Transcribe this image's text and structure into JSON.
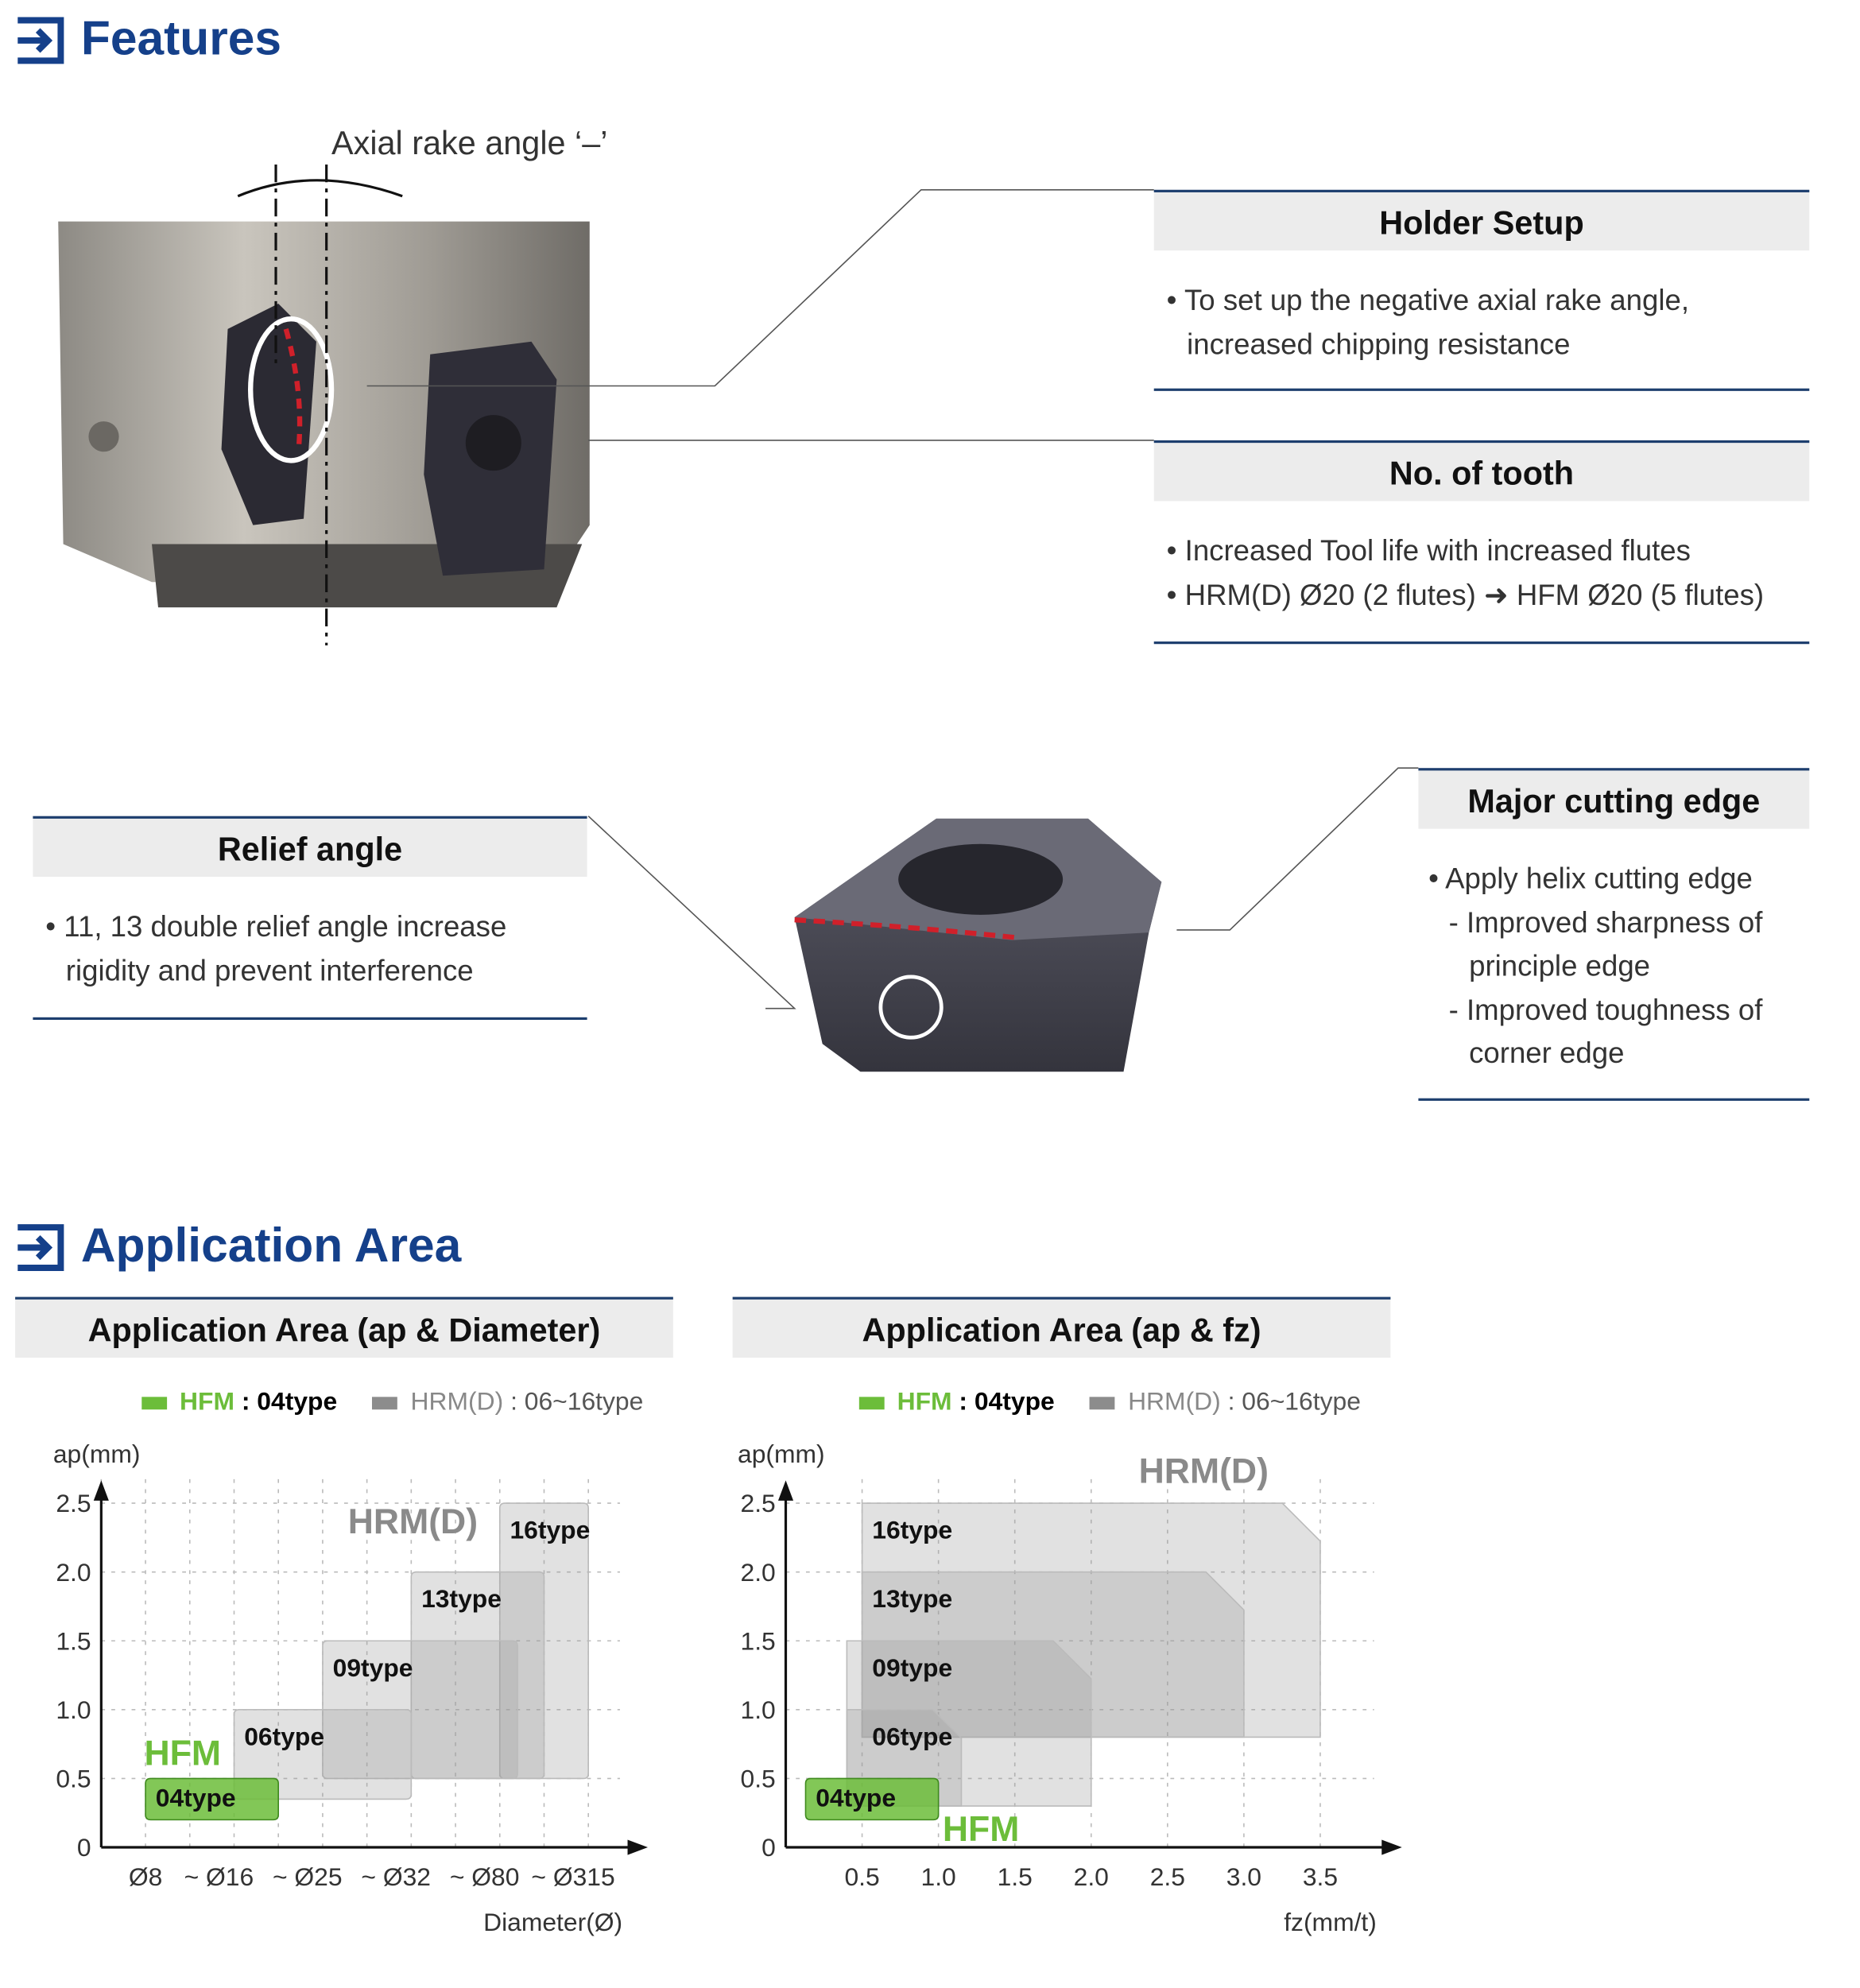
{
  "features": {
    "title": "Features",
    "axial_label": "Axial rake angle ‘–’",
    "holder_setup": {
      "title": "Holder Setup",
      "bullets": [
        "To set up the negative axial rake angle, increased chipping resistance"
      ]
    },
    "no_of_tooth": {
      "title": "No. of tooth",
      "bullets": [
        "Increased Tool life with increased flutes",
        "HRM(D) Ø20 (2 flutes) ➜ HFM Ø20 (5 flutes)"
      ]
    },
    "relief_angle": {
      "title": "Relief angle",
      "bullets": [
        "11, 13 double relief angle increase rigidity and prevent interference"
      ]
    },
    "major_cutting_edge": {
      "title": "Major cutting edge",
      "bullets": [
        "Apply helix cutting edge"
      ],
      "subs": [
        "- Improved sharpness of principle edge",
        "- Improved toughness of corner edge"
      ]
    }
  },
  "application": {
    "title": "Application Area",
    "legend": {
      "hfm": "HFM",
      "hfm_type": ": 04type",
      "hrm": "HRM(D)",
      "hrm_type": ": 06~16type"
    },
    "colors": {
      "hfm": "#6cbd3a",
      "hrm": "#8c8c8c",
      "accent": "#15408a"
    }
  },
  "chart_data": [
    {
      "type": "bar",
      "title": "Application Area (ap & Diameter)",
      "xlabel": "Diameter(Ø)",
      "ylabel": "ap(mm)",
      "x_categories": [
        "Ø8",
        "~ Ø16",
        "~ Ø25",
        "~ Ø32",
        "~ Ø80",
        "~ Ø315"
      ],
      "yticks": [
        "0",
        "0.5",
        "1.0",
        "1.5",
        "2.0",
        "2.5"
      ],
      "ylim": [
        0,
        2.5
      ],
      "group_labels": {
        "hrm": "HRM(D)",
        "hfm": "HFM"
      },
      "ranges": [
        {
          "name": "16type",
          "group": "hrm",
          "x": [
            4,
            5
          ],
          "ap": [
            0.5,
            2.5
          ]
        },
        {
          "name": "13type",
          "group": "hrm",
          "x": [
            3,
            4.5
          ],
          "ap": [
            0.5,
            2.0
          ]
        },
        {
          "name": "09type",
          "group": "hrm",
          "x": [
            2,
            4.2
          ],
          "ap": [
            0.5,
            1.5
          ]
        },
        {
          "name": "06type",
          "group": "hrm",
          "x": [
            1,
            3
          ],
          "ap": [
            0.35,
            1.0
          ]
        },
        {
          "name": "04type",
          "group": "hfm",
          "x": [
            0,
            1.5
          ],
          "ap": [
            0.2,
            0.5
          ]
        }
      ]
    },
    {
      "type": "bar",
      "title": "Application Area (ap & fz)",
      "xlabel": "fz(mm/t)",
      "ylabel": "ap(mm)",
      "xticks": [
        "0.5",
        "1.0",
        "1.5",
        "2.0",
        "2.5",
        "3.0",
        "3.5"
      ],
      "yticks": [
        "0",
        "0.5",
        "1.0",
        "1.5",
        "2.0",
        "2.5"
      ],
      "xlim": [
        0,
        4
      ],
      "ylim": [
        0,
        2.5
      ],
      "group_labels": {
        "hrm": "HRM(D)",
        "hfm": "HFM"
      },
      "ranges": [
        {
          "name": "16type",
          "group": "hrm",
          "fz": [
            0.5,
            3.5
          ],
          "ap": [
            0.8,
            2.5
          ]
        },
        {
          "name": "13type",
          "group": "hrm",
          "fz": [
            0.5,
            3.0
          ],
          "ap": [
            0.8,
            2.0
          ]
        },
        {
          "name": "09type",
          "group": "hrm",
          "fz": [
            0.4,
            2.0
          ],
          "ap": [
            0.3,
            1.5
          ]
        },
        {
          "name": "06type",
          "group": "hrm",
          "fz": [
            0.4,
            1.15
          ],
          "ap": [
            0.3,
            1.0
          ]
        },
        {
          "name": "04type",
          "group": "hfm",
          "fz": [
            0.13,
            1.0
          ],
          "ap": [
            0.2,
            0.5
          ]
        }
      ]
    }
  ]
}
